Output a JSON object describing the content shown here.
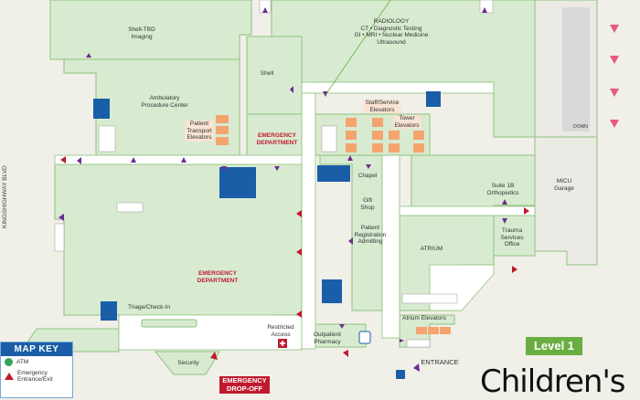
{
  "map": {
    "level": "Level 1",
    "street": "KINGSHIGHWAY BLVD",
    "garage_ramp": "DOWN",
    "logo_text": "Children's",
    "rooms": {
      "shell_imaging": [
        "Shell-TBD",
        "Imaging"
      ],
      "radiology": [
        "RADIOLOGY",
        "CT • Diagnostic Testing",
        "GI • MRI • Nuclear Medicine",
        "Ultrasound"
      ],
      "shell": "Shell",
      "ambulatory": [
        "Ambulatory",
        "Procedure Center"
      ],
      "patient_transport": [
        "Patient",
        "Transport",
        "Elevators"
      ],
      "emergency_dept_top": [
        "EMERGENCY",
        "DEPARTMENT"
      ],
      "staff_service": [
        "Staff/Service",
        "Elevators"
      ],
      "tower_elevators": [
        "Tower",
        "Elevators"
      ],
      "chapel": "Chapel",
      "gift_shop": [
        "Gift",
        "Shop"
      ],
      "registration": [
        "Patient",
        "Registration",
        "Admitting"
      ],
      "suite_1b": [
        "Suite 1B",
        "Orthopedics"
      ],
      "micu_garage": [
        "MICU",
        "Garage"
      ],
      "atrium": "ATRIUM",
      "trauma": [
        "Trauma",
        "Services",
        "Office"
      ],
      "emergency_dept_main": [
        "EMERGENCY",
        "DEPARTMENT"
      ],
      "triage": "Triage/Check-In",
      "restricted": [
        "Restricted",
        "Access"
      ],
      "pharmacy": [
        "Outpatient",
        "Pharmacy"
      ],
      "atrium_elevators": "Atrium Elevators",
      "security": "Security",
      "drop_off": [
        "EMERGENCY",
        "DROP-OFF"
      ],
      "entrance": "ENTRANCE"
    }
  },
  "map_key": {
    "title": "MAP KEY",
    "items": [
      {
        "icon": "atm-icon",
        "label": "ATM"
      },
      {
        "icon": "emergency-exit-icon",
        "label": [
          "Emergency",
          "Entrance/Exit"
        ]
      }
    ]
  },
  "colors": {
    "room": "#d8ebd1",
    "wall": "#8dc37a",
    "emergency": "#c0192d",
    "restroom": "#1b5ea8",
    "entry": "#6b2c91",
    "elevator": "#f4a46f",
    "level": "#6aae43"
  }
}
